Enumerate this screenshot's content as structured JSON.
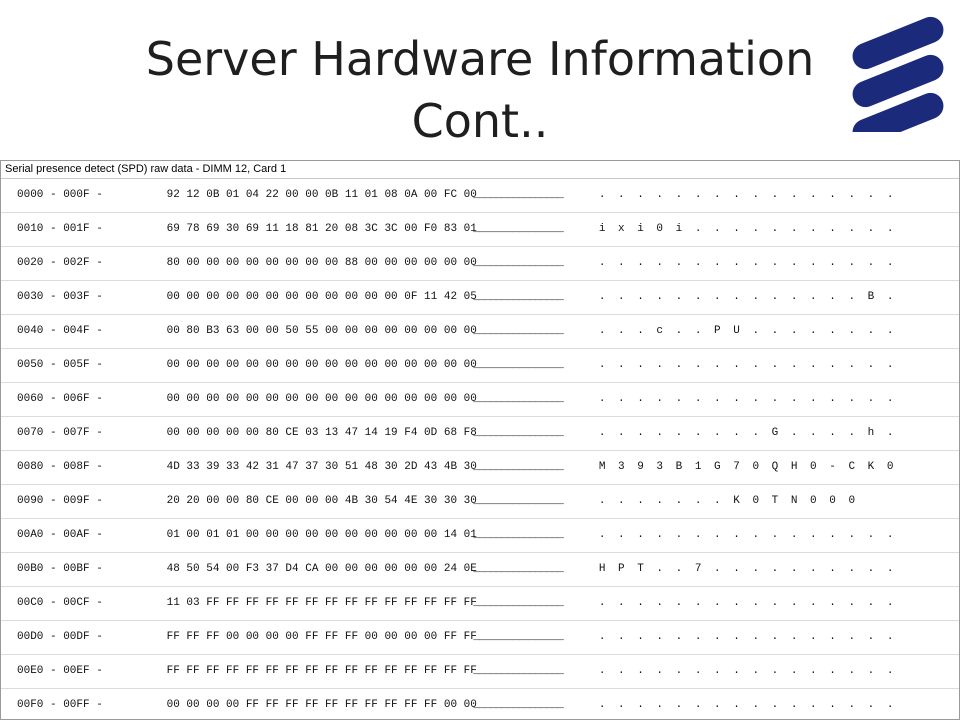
{
  "title": {
    "line1": "Server Hardware Information",
    "line2": "Cont.."
  },
  "logo_icon": "ericsson-logo",
  "logo_color": "#1b2a7a",
  "panel": {
    "header": "Serial presence detect (SPD) raw data - DIMM 12, Card 1",
    "rows": [
      {
        "range": "0000 - 000F -",
        "hex": "92 12 0B 01 04 22 00 00 0B 11 01 08 0A 00 FC 00",
        "blank": "________________",
        "ascii": ". . . . . . . . . . . . . . . ."
      },
      {
        "range": "0010 - 001F -",
        "hex": "69 78 69 30 69 11 18 81 20 08 3C 3C 00 F0 83 01",
        "blank": "________________",
        "ascii": "i x i 0 i . . . . . . . . . . ."
      },
      {
        "range": "0020 - 002F -",
        "hex": "80 00 00 00 00 00 00 00 00 88 00 00 00 00 00 00",
        "blank": "________________",
        "ascii": ". . . . . . . . . . . . . . . ."
      },
      {
        "range": "0030 - 003F -",
        "hex": "00 00 00 00 00 00 00 00 00 00 00 00 0F 11 42 05",
        "blank": "________________",
        "ascii": ". . . . . . . . . . . . . . B ."
      },
      {
        "range": "0040 - 004F -",
        "hex": "00 80 B3 63 00 00 50 55 00 00 00 00 00 00 00 00",
        "blank": "________________",
        "ascii": ". . . c . . P U . . . . . . . ."
      },
      {
        "range": "0050 - 005F -",
        "hex": "00 00 00 00 00 00 00 00 00 00 00 00 00 00 00 00",
        "blank": "________________",
        "ascii": ". . . . . . . . . . . . . . . ."
      },
      {
        "range": "0060 - 006F -",
        "hex": "00 00 00 00 00 00 00 00 00 00 00 00 00 00 00 00",
        "blank": "________________",
        "ascii": ". . . . . . . . . . . . . . . ."
      },
      {
        "range": "0070 - 007F -",
        "hex": "00 00 00 00 00 80 CE 03 13 47 14 19 F4 0D 68 F8",
        "blank": "________________",
        "ascii": ". . . . . . . . . G . . . . h ."
      },
      {
        "range": "0080 - 008F -",
        "hex": "4D 33 39 33 42 31 47 37 30 51 48 30 2D 43 4B 30",
        "blank": "________________",
        "ascii": "M 3 9 3 B 1 G 7 0 Q H 0 - C K 0"
      },
      {
        "range": "0090 - 009F -",
        "hex": "20 20 00 00 80 CE 00 00 00 4B 30 54 4E 30 30 30",
        "blank": "________________",
        "ascii": ". . . . . . . K 0 T N 0 0 0"
      },
      {
        "range": "00A0 - 00AF -",
        "hex": "01 00 01 01 00 00 00 00 00 00 00 00 00 00 14 01",
        "blank": "________________",
        "ascii": ". . . . . . . . . . . . . . . ."
      },
      {
        "range": "00B0 - 00BF -",
        "hex": "48 50 54 00 F3 37 D4 CA 00 00 00 00 00 00 24 0E",
        "blank": "________________",
        "ascii": "H P T . . 7 . . . . . . . . . ."
      },
      {
        "range": "00C0 - 00CF -",
        "hex": "11 03 FF FF FF FF FF FF FF FF FF FF FF FF FF FF",
        "blank": "________________",
        "ascii": ". . . . . . . . . . . . . . . ."
      },
      {
        "range": "00D0 - 00DF -",
        "hex": "FF FF FF 00 00 00 00 FF FF FF 00 00 00 00 FF FF",
        "blank": "________________",
        "ascii": ". . . . . . . . . . . . . . . ."
      },
      {
        "range": "00E0 - 00EF -",
        "hex": "FF FF FF FF FF FF FF FF FF FF FF FF FF FF FF FF",
        "blank": "________________",
        "ascii": ". . . . . . . . . . . . . . . ."
      },
      {
        "range": "00F0 - 00FF -",
        "hex": "00 00 00 00 FF FF FF FF FF FF FF FF FF FF 00 00",
        "blank": "________________",
        "ascii": ". . . . . . . . . . . . . . . ."
      }
    ]
  }
}
